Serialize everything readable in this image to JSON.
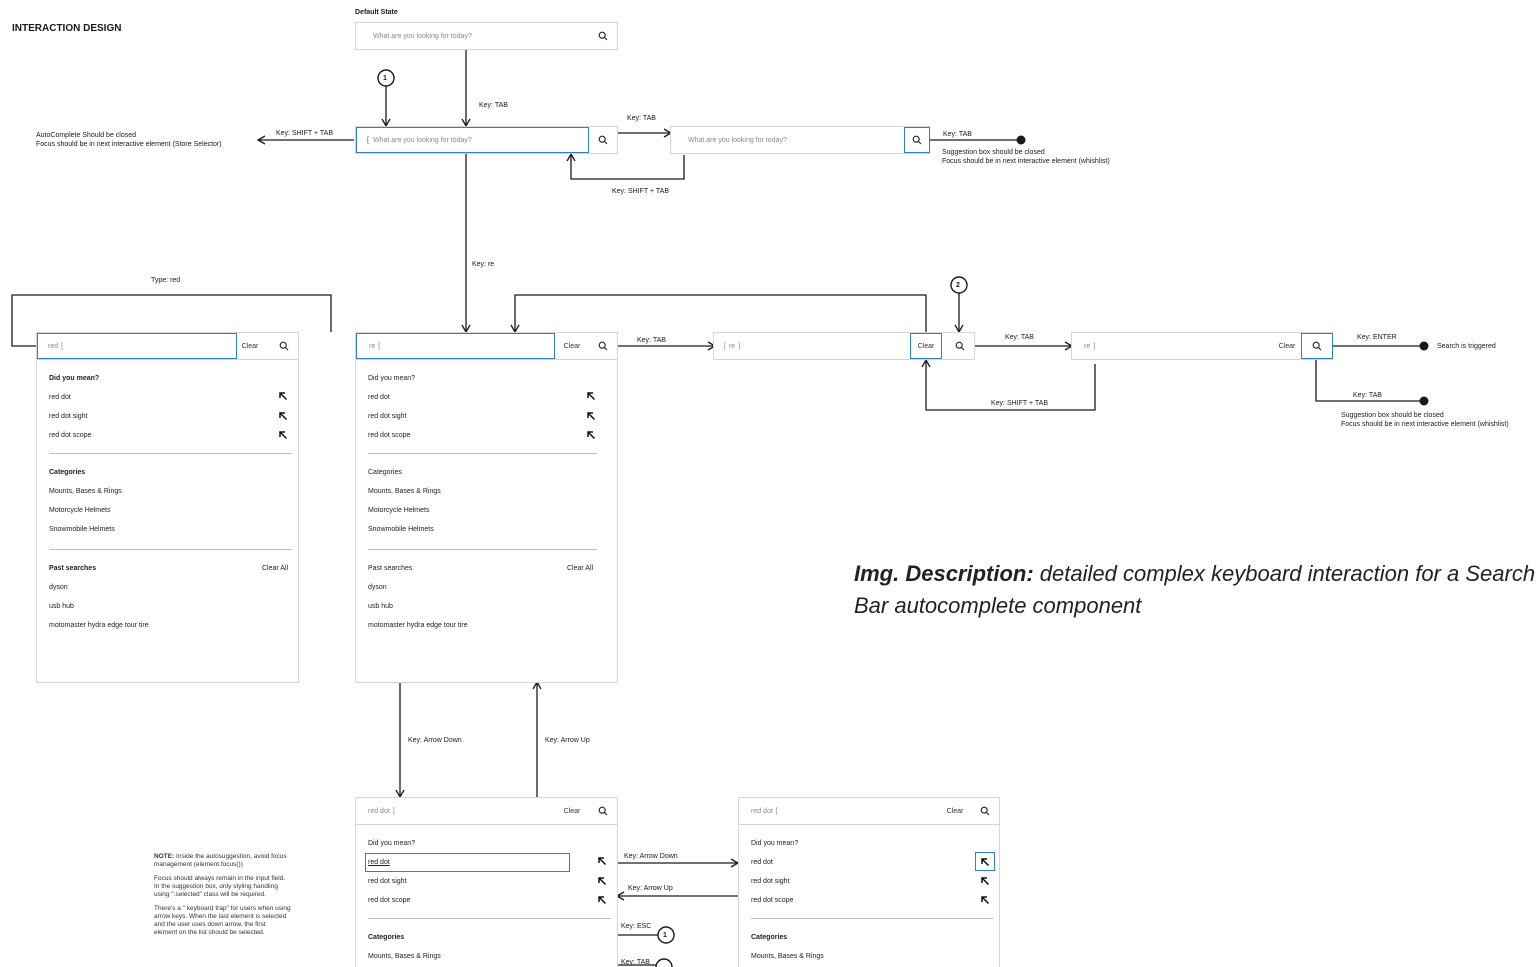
{
  "title": "INTERACTION DESIGN",
  "default_state_label": "Default State",
  "placeholder": "What are you looking for today?",
  "steps": [
    "1",
    "2"
  ],
  "edge_labels": {
    "tab": "Key: TAB",
    "shift_tab": "Key: SHIFT + TAB",
    "key_re": "Key: re",
    "type_red": "Type: red",
    "enter": "Key: ENTER",
    "arrow_down": "Key: Arrow Down",
    "arrow_up": "Key: Arrow Up",
    "esc": "Key: ESC"
  },
  "notes": {
    "autocomplete_closed_1": "AutoComplete Should be closed",
    "autocomplete_closed_2": "Focus should be in next interactive element (Store Selector)",
    "suggestion_closed_1": "Suggestion box should be closed",
    "suggestion_closed_2": "Focus should be in next interactive element (whishlist)",
    "search_triggered": "Search is triggered"
  },
  "queries": {
    "red": "red",
    "re": "re",
    "red_dot": "red dot"
  },
  "clear_label": "Clear",
  "suggestion_panel": {
    "did_you_mean": "Did you mean?",
    "suggestions": [
      "red dot",
      "red dot sight",
      "red dot scope"
    ],
    "categories_label": "Categories",
    "categories": [
      "Mounts, Bases & Rings",
      "Motorcycle Helmets",
      "Snowmobile Helmets"
    ],
    "past_label": "Past searches",
    "clear_all": "Clear All",
    "past": [
      "dyson",
      "usb hub",
      "motomaster hydra edge tour tire"
    ]
  },
  "note_block": {
    "lead": "NOTE:",
    "line1_rest": " Inside the autosuggestion, avoid focus",
    "line2": "management (element.focus())",
    "p2": [
      "Focus should always remain in the input field.",
      "In the suggestion box,  only styling handling",
      "using \".selected\" class will be required."
    ],
    "p3": [
      "There's a \" keyboard trap\" for users when using",
      "arrow keys. When the last element is selected",
      "and the user uses down arrow, the first",
      "element on the list should be selected."
    ]
  },
  "description": {
    "label": "Img. Description:",
    "text1": " detailed  complex keyboard interaction for a Search",
    "text2": "Bar autocomplete component"
  },
  "colors": {
    "focus": "#2f7fd1",
    "border": "#d6d6d6",
    "line": "#1a1a1a"
  }
}
